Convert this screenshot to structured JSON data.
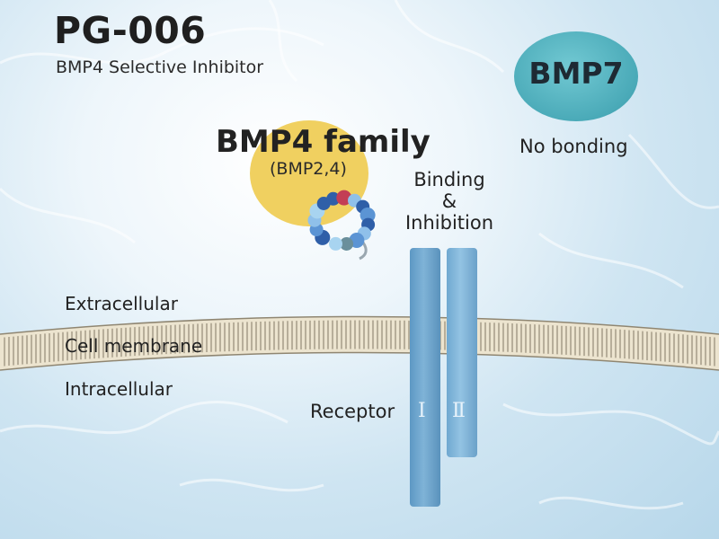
{
  "header": {
    "title": "PG-006",
    "subtitle": "BMP4 Selective Inhibitor"
  },
  "bmp7": {
    "label": "BMP7",
    "status": "No bonding",
    "color": "#4aaab8"
  },
  "bmp4": {
    "title": "BMP4 family",
    "subtitle": "(BMP2,4)",
    "color": "#f0d060"
  },
  "binding": {
    "line1": "Binding",
    "line2": "&",
    "line3": "Inhibition"
  },
  "layers": {
    "extracellular": "Extracellular",
    "membrane": "Cell membrane",
    "intracellular": "Intracellular"
  },
  "receptor": {
    "label": "Receptor",
    "type1": "Ⅰ",
    "type2": "Ⅱ",
    "color": "#6aa3cd"
  },
  "inhibitor_beads": {
    "colors": [
      "#2f5fa8",
      "#5b94d4",
      "#8fc0ea",
      "#a8d4f0",
      "#2f5fa8",
      "#2f5fa8",
      "#c33e55",
      "#8fc0ea",
      "#2f5fa8",
      "#5b94d4",
      "#2f5fa8",
      "#8fc0ea",
      "#5b94d4",
      "#6a8f9b",
      "#a8d4f0"
    ]
  }
}
